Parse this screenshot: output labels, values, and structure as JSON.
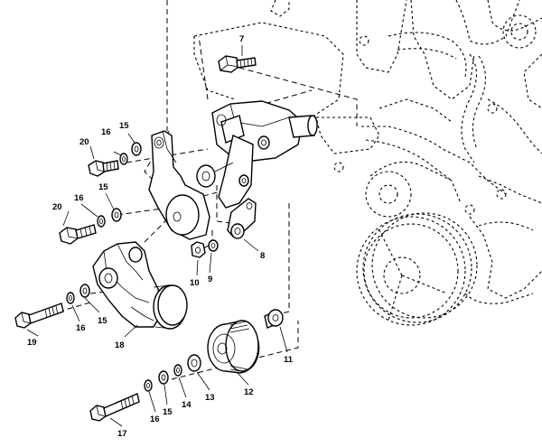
{
  "diagram": {
    "callouts": [
      {
        "id": "c7",
        "text": "7"
      },
      {
        "id": "c15a",
        "text": "15"
      },
      {
        "id": "c16a",
        "text": "16"
      },
      {
        "id": "c20a",
        "text": "20"
      },
      {
        "id": "c20b",
        "text": "20"
      },
      {
        "id": "c16b",
        "text": "16"
      },
      {
        "id": "c15b",
        "text": "15"
      },
      {
        "id": "c9",
        "text": "9"
      },
      {
        "id": "c10",
        "text": "10"
      },
      {
        "id": "c8",
        "text": "8"
      },
      {
        "id": "c15c",
        "text": "15"
      },
      {
        "id": "c16c",
        "text": "16"
      },
      {
        "id": "c19",
        "text": "19"
      },
      {
        "id": "c18",
        "text": "18"
      },
      {
        "id": "c11",
        "text": "11"
      },
      {
        "id": "c12",
        "text": "12"
      },
      {
        "id": "c13",
        "text": "13"
      },
      {
        "id": "c14",
        "text": "14"
      },
      {
        "id": "c15d",
        "text": "15"
      },
      {
        "id": "c16d",
        "text": "16"
      },
      {
        "id": "c17",
        "text": "17"
      }
    ]
  }
}
